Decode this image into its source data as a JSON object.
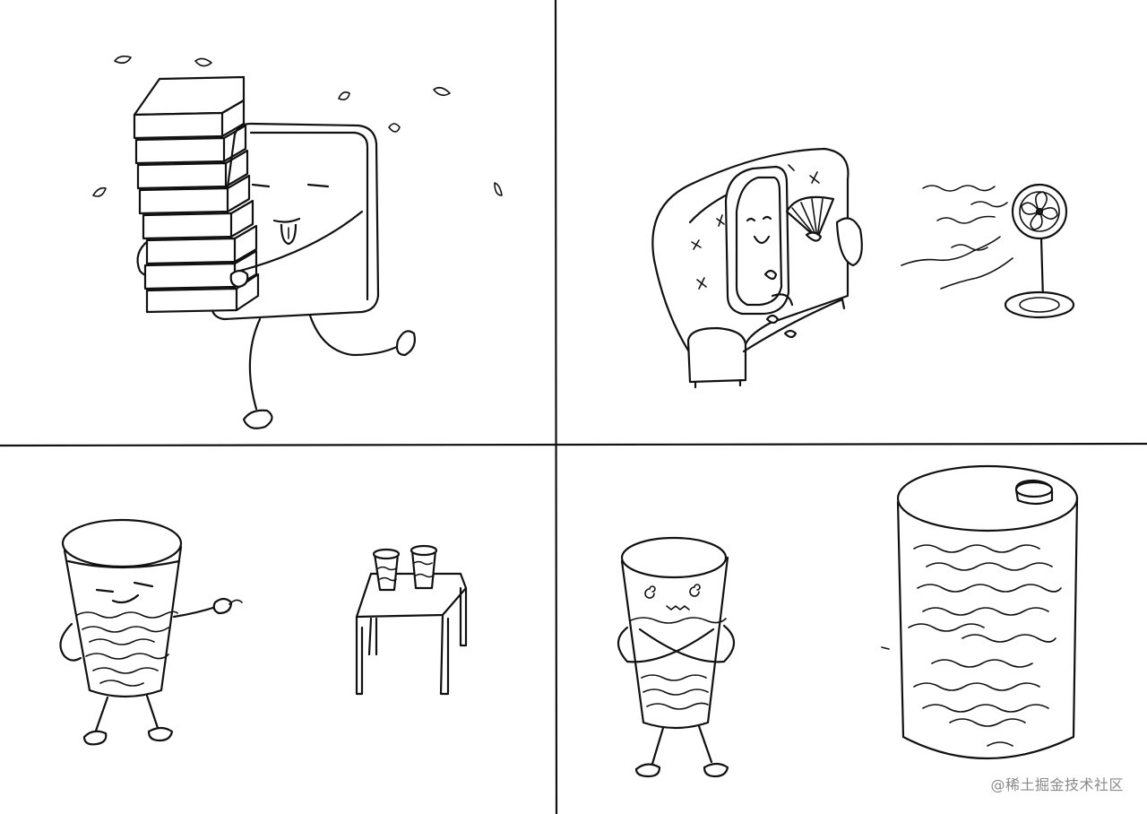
{
  "watermark": {
    "text": "@稀土掘金技术社区"
  },
  "panels": [
    {
      "name": "panel-top-left"
    },
    {
      "name": "panel-top-right"
    },
    {
      "name": "panel-bottom-left"
    },
    {
      "name": "panel-bottom-right"
    }
  ],
  "colors": {
    "ink": "#111111",
    "paper": "#ffffff",
    "watermark": "#8a8a8a"
  }
}
